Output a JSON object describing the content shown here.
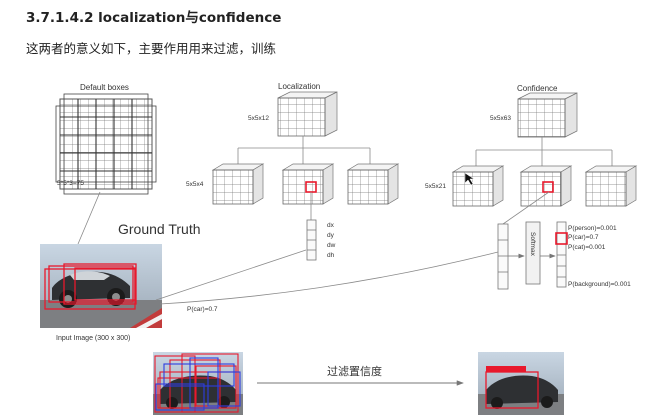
{
  "page": {
    "heading": "3.7.1.4.2 localization与confidence",
    "intro": "这两者的意义如下，主要作用用来过滤，训练"
  },
  "diagram": {
    "default_boxes": {
      "title": "Default boxes",
      "formula": "5*5*3=75"
    },
    "localization": {
      "title": "Localization",
      "top_tensor_label": "5x5x12",
      "mid_tensor_label": "5x5x4",
      "outputs": [
        "dx",
        "dy",
        "dw",
        "dh"
      ]
    },
    "confidence": {
      "title": "Confidence",
      "top_tensor_label": "5x5x63",
      "mid_tensor_label": "5x5x21",
      "softmax_label": "Softmax",
      "outputs": [
        "P(person)=0.001",
        "P(car)=0.7",
        "P(cat)=0.001",
        "P(background)=0.001"
      ]
    },
    "ground_truth_label": "Ground Truth",
    "input_caption": "Input Image (300 x 300)",
    "pcar_label": "P(car)=0.7",
    "filter_label": "过滤置信度",
    "colors": {
      "highlight": "#e8192c",
      "grid": "#777777",
      "line": "#8a8a8a",
      "blue_box": "#2d3de0"
    }
  }
}
